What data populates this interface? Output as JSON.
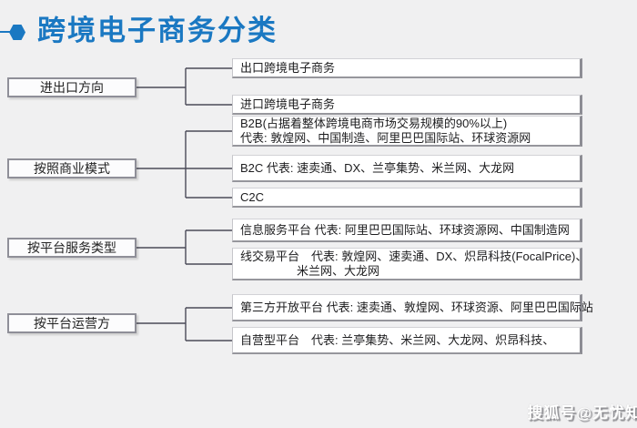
{
  "title": {
    "text": "跨境电子商务分类"
  },
  "colors": {
    "accent_blue": "#1a78c2",
    "background": "#f0f0f1",
    "connector_line": "#4b4b59",
    "box_border_dark": "#8d8d94"
  },
  "diagram": {
    "left_nodes": [
      {
        "label": "进出口方向"
      },
      {
        "label": "按照商业模式"
      },
      {
        "label": "按平台服务类型"
      },
      {
        "label": "按平台运营方"
      }
    ],
    "right_nodes": [
      {
        "line1": "出口跨境电子商务"
      },
      {
        "line1": "进口跨境电子商务"
      },
      {
        "line1": "B2B(占据着整体跨境电商市场交易规模的90%以上)",
        "line2": "代表: 敦煌网、中国制造、阿里巴巴国际站、环球资源网"
      },
      {
        "line1": "B2C  代表: 速卖通、DX、兰亭集势、米兰网、大龙网"
      },
      {
        "line1": "C2C"
      },
      {
        "line1": "信息服务平台 代表: 阿里巴巴国际站、环球资源网、中国制造网"
      },
      {
        "line1": "线交易平台　代表: 敦煌网、速卖通、DX、炽昂科技(FocalPrice)、",
        "line2": "米兰网、大龙网"
      },
      {
        "line1": "第三方开放平台 代表: 速卖通、敦煌网、环球资源、阿里巴巴国际站"
      },
      {
        "line1": "自营型平台　代表: 兰亭集势、米兰网、大龙网、炽昂科技、"
      }
    ]
  },
  "watermark": {
    "text": "搜狐号@无忧知"
  }
}
